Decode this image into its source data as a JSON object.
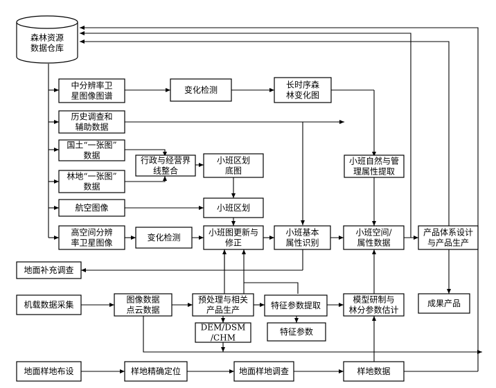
{
  "colors": {
    "stroke": "#000000",
    "fill": "#ffffff",
    "text": "#000000"
  },
  "nodes": {
    "warehouse": [
      "森林资源",
      "数据仓库"
    ],
    "mid_sat": [
      "中分辨率卫",
      "星图像图谱"
    ],
    "change_1": [
      "变化检测"
    ],
    "longterm": [
      "长时序森",
      "林变化图"
    ],
    "history": [
      "历史调查和",
      "辅助数据"
    ],
    "guotu_map": [
      "国土“一张图”",
      "数据"
    ],
    "admin_merge": [
      "行政与经营界",
      "线整合"
    ],
    "subcomp_base": [
      "小班区划",
      "底图"
    ],
    "natural_attr": [
      "小班自然与管",
      "理属性提取"
    ],
    "lindi_map": [
      "林地“一张图”",
      "数据"
    ],
    "aerial": [
      "航空图像"
    ],
    "subcomp_div": [
      "小班区划"
    ],
    "high_sat": [
      "高空间分辨",
      "率卫星图像"
    ],
    "change_2": [
      "变化检测"
    ],
    "map_update": [
      "小班图更新与",
      "修正"
    ],
    "basic_attr": [
      "小班基本",
      "属性识别"
    ],
    "spatial_attr": [
      "小班空间/",
      "属性数据"
    ],
    "product_design": [
      "产品体系设计",
      "与产品生产"
    ],
    "ground_supp": [
      "地面补充调查"
    ],
    "airborne": [
      "机载数据采集"
    ],
    "image_cloud": [
      "图像数据",
      "点云数据"
    ],
    "preprocess": [
      "预处理与相关",
      "产品生产"
    ],
    "feature_extract": [
      "特征参数提取"
    ],
    "model_dev": [
      "模型研制与",
      "林分参数估计"
    ],
    "result": [
      "成果产品"
    ],
    "dem": [
      "DEM/DSM",
      "/CHM"
    ],
    "feature_params": [
      "特征参数"
    ],
    "plot_layout": [
      "地面样地布设"
    ],
    "plot_locate": [
      "样地精确定位"
    ],
    "plot_survey": [
      "地面样地调查"
    ],
    "plot_data": [
      "样地数据"
    ]
  }
}
